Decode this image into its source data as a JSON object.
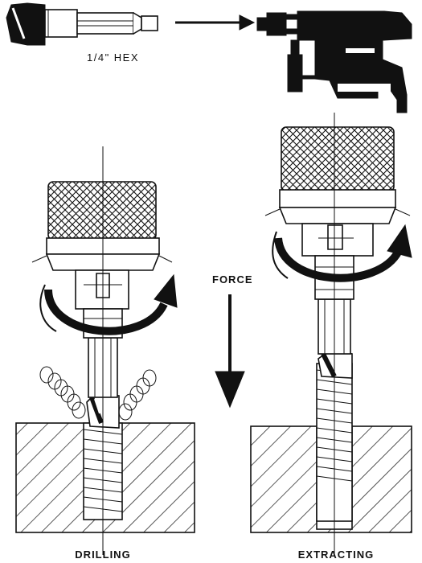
{
  "labels": {
    "hex": "1/4\" HEX",
    "force": "FORCE",
    "drilling": "DRILLING",
    "extracting": "EXTRACTING"
  },
  "colors": {
    "ink": "#111111",
    "paper": "#ffffff"
  },
  "icons": [
    "hex-shank-bit-icon",
    "arrow-right-icon",
    "power-drill-icon",
    "rotation-arrow-icon",
    "force-arrow-down-icon",
    "drill-chuck-icon",
    "spring-chip-icon"
  ]
}
